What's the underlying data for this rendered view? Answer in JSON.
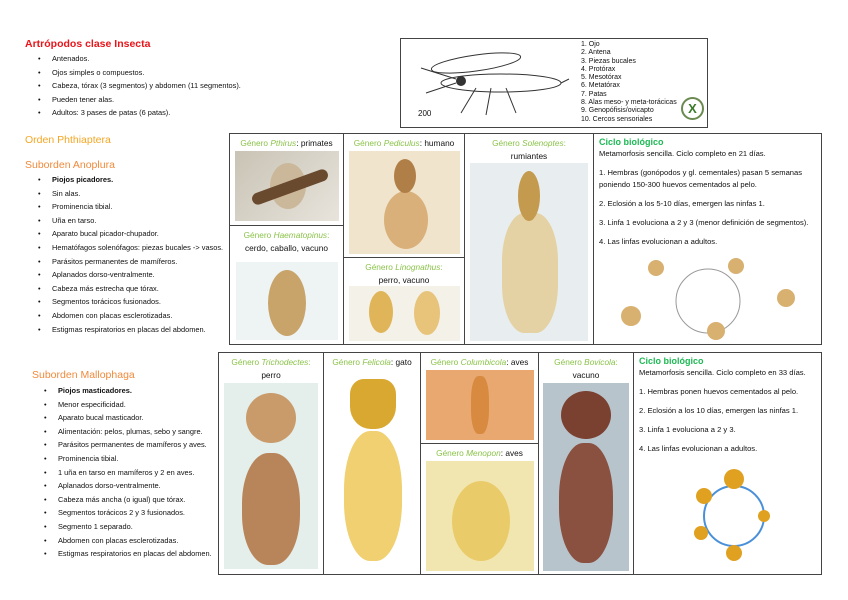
{
  "insecta": {
    "title": "Artrópodos clase Insecta",
    "items": [
      "Antenados.",
      "Ojos simples o compuestos.",
      "Cabeza, tórax (3 segmentos) y abdomen (11 segmentos).",
      "Pueden tener alas.",
      "Adultos: 3 pases de patas (6 patas)."
    ]
  },
  "orden": "Orden Phthiaptera",
  "anoplura": {
    "title": "Suborden Anoplura",
    "items": [
      "Piojos picadores.",
      "Sin alas.",
      "Prominencia tibial.",
      "Uña en tarso.",
      "Aparato bucal picador-chupador.",
      "Hematófagos solenófagos: piezas bucales -> vasos.",
      "Parásitos permanentes de mamíferos.",
      "Aplanados dorso-ventralmente.",
      "Cabeza más estrecha que tórax.",
      "Segmentos torácicos fusionados.",
      "Abdomen con placas esclerotizadas.",
      "Estigmas respiratorios en placas del abdomen."
    ]
  },
  "mallophaga": {
    "title": "Suborden Mallophaga",
    "items": [
      "Piojos masticadores.",
      "Menor especificidad.",
      "Aparato bucal masticador.",
      "Alimentación: pelos, plumas, sebo y sangre.",
      "Parásitos permanentes de mamíferos y aves.",
      "Prominencia tibial.",
      "1 uña en tarso en mamíferos y 2 en aves.",
      "Aplanados dorso-ventralmente.",
      "Cabeza más ancha (o igual) que tórax.",
      "Segmentos torácicos 2 y 3 fusionados.",
      "Segmento 1 separado.",
      "Abdomen con placas esclerotizadas.",
      "Estigmas respiratorios en placas del abdomen."
    ]
  },
  "diagram": {
    "scale": "200",
    "legend": [
      "1.  Ojo",
      "2.  Antena",
      "3.  Piezas bucales",
      "4.  Protórax",
      "5.  Mesotórax",
      "6.  Metatórax",
      "7.  Patas",
      "8.  Alas meso- y meta-torácicas",
      "9.  Genopófisis/ovicapto",
      "10. Cercos sensoriales"
    ]
  },
  "genus_prefix": "Género",
  "genera": {
    "pthirus": {
      "name": "Pthirus",
      "host": "primates"
    },
    "pediculus": {
      "name": "Pediculus",
      "host": "humano"
    },
    "solenoptes": {
      "name": "Solenoptes",
      "host": "rumiantes"
    },
    "haematopinus": {
      "name": "Haematopinus",
      "host": "cerdo, caballo, vacuno"
    },
    "linognathus": {
      "name": "Linognathus",
      "host": "perro, vacuno"
    },
    "trichodectes": {
      "name": "Trichodectes",
      "host": "perro"
    },
    "felicola": {
      "name": "Felicola",
      "host": "gato"
    },
    "columbicola": {
      "name": "Columbicola",
      "host": "aves"
    },
    "menopon": {
      "name": "Menopon",
      "host": "aves"
    },
    "bovicola": {
      "name": "Bovicola",
      "host": "vacuno"
    }
  },
  "cycle1": {
    "title": "Ciclo biológico",
    "intro": "Metamorfosis sencilla. Ciclo completo en 21 días.",
    "steps": [
      "1. Hembras (gonópodos y gl. cementales) pasan 5 semanas poniendo 150-300 huevos cementados al pelo.",
      "2. Eclosión a los 5-10 días, emergen las ninfas 1.",
      "3. Linfa 1 evoluciona a 2 y 3 (menor definición de segmentos).",
      "4. Las linfas evolucionan a adultos."
    ]
  },
  "cycle2": {
    "title": "Ciclo biológico",
    "intro": "Metamorfosis sencilla. Ciclo completo en 33 días.",
    "steps": [
      "1. Hembras ponen huevos cementados al pelo.",
      "2. Eclosión a los 10 días, emergen las ninfas 1.",
      "3. Linfa 1 evoluciona a 2 y 3.",
      "4. Las linfas evolucionan a adultos."
    ]
  },
  "colors": {
    "title_red": "#e8151b",
    "orden": "#f5a623",
    "suborden": "#f08a3c",
    "genus": "#8bc34a",
    "cycle": "#1db954"
  }
}
